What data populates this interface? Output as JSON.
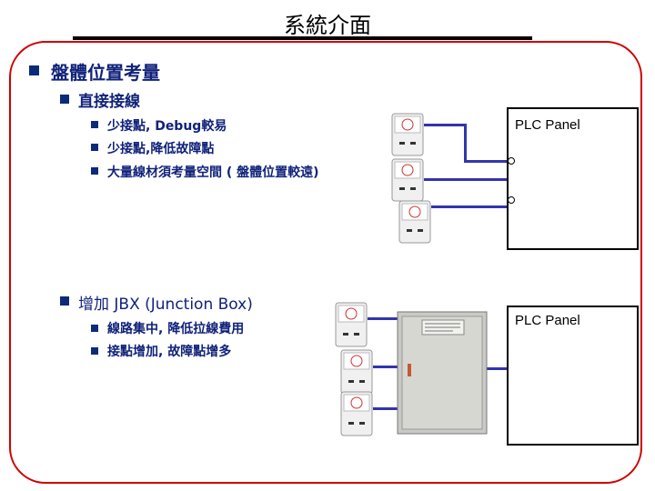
{
  "slide_title": "系統介面",
  "section1": {
    "heading": "盤體位置考量",
    "subheading": "直接接線",
    "points": [
      "少接點, Debug較易",
      "少接點,降低故障點",
      "大量線材須考量空間 ( 盤體位置較遠)"
    ],
    "panel_label": "PLC Panel"
  },
  "section2": {
    "heading": "增加 JBX (Junction Box)",
    "points": [
      "線路集中, 降低拉線費用",
      "接點增加, 故障點增多"
    ],
    "panel_label": "PLC Panel"
  },
  "colors": {
    "frame": "#d00000",
    "text": "#10227a",
    "wire": "#3333b0",
    "bullet": "#0b2a7a"
  }
}
